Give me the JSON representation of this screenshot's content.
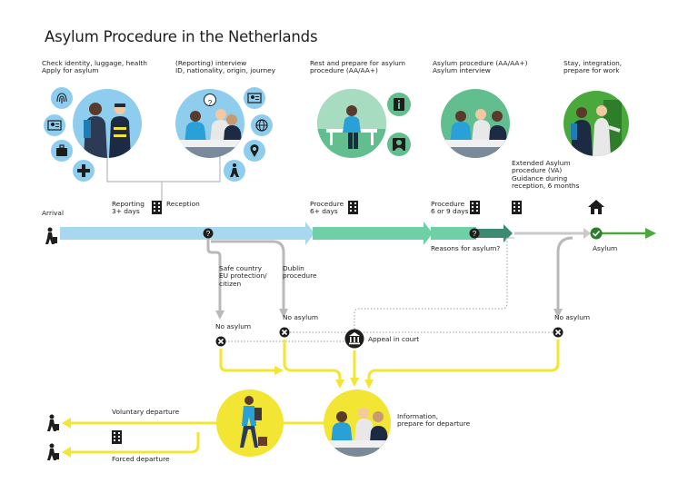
{
  "title": "Asylum Procedure in the Netherlands",
  "colors": {
    "blue_arrow": "#a8d8f0",
    "teal_arrow": "#6fcfa6",
    "dark_teal": "#3d8a72",
    "grey_line": "#b9b9b9",
    "yellow_line": "#f2e533",
    "green_arrow": "#4aa93b",
    "light_blue_circle": "#8fcdee",
    "green_circle": "#62be8f",
    "yellow_circle": "#f2e533",
    "dark": "#1d1d1b"
  },
  "top_labels": {
    "check": "Check identity, luggage, health\nApply for asylum",
    "reporting": "(Reporting) interview\nID, nationality, origin, journey",
    "rest": "Rest and prepare for asylum\nprocedure (AA/AA+)",
    "asylum_procedure": "Asylum procedure (AA/AA+)\nAsylum interview",
    "stay": "Stay, integration,\nprepare for work"
  },
  "timeline_labels": {
    "arrival": "Arrival",
    "reporting_days": "Reporting\n3+ days",
    "reception": "Reception",
    "procedure_6": "Procedure\n6+ days",
    "procedure_6_9": "Procedure\n6 or 9 days",
    "extended": "Extended Asylum\nprocedure (VA)\nGuidance during\nreception, 6 months",
    "asylum": "Asylum",
    "reasons": "Reasons for asylum?"
  },
  "branch_labels": {
    "safe_country": "Safe country\nEU protection/\ncitizen",
    "dublin": "Dublin\nprocedure",
    "no_asylum_1": "No asylum",
    "no_asylum_2": "No asylum",
    "no_asylum_3": "No asylum",
    "appeal": "Appeal in court"
  },
  "bottom_labels": {
    "voluntary": "Voluntary departure",
    "forced": "Forced departure",
    "information": "Information,\nprepare for departure"
  },
  "icons": [
    "fingerprint-icon",
    "passport-photo-icon",
    "suitcase-icon",
    "medical-icon",
    "question-icon",
    "id-card-icon",
    "globe-icon",
    "location-pin-icon",
    "route-icon",
    "info-icon",
    "doctor-icon",
    "building-icon",
    "house-icon",
    "check-icon",
    "cross-icon",
    "court-icon",
    "traveller-icon"
  ]
}
